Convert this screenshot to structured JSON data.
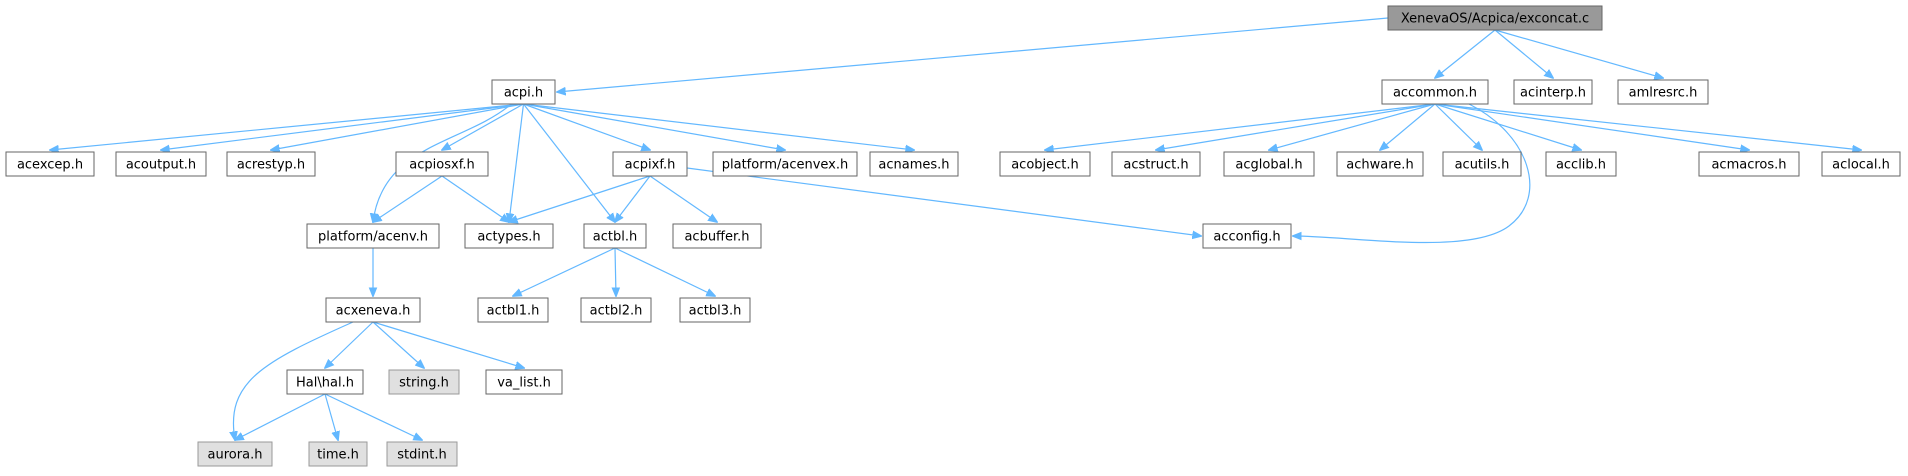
{
  "colors": {
    "edge": "#63b8ff",
    "root_fill": "#999999",
    "node_fill": "#ffffff",
    "sys_fill": "#e0e0e0",
    "border": "#666666"
  },
  "nodes": [
    {
      "id": "root",
      "label": "XenevaOS/Acpica/exconcat.c",
      "kind": "root"
    },
    {
      "id": "acpi",
      "label": "acpi.h",
      "kind": "normal"
    },
    {
      "id": "accommon",
      "label": "accommon.h",
      "kind": "normal"
    },
    {
      "id": "acinterp",
      "label": "acinterp.h",
      "kind": "normal"
    },
    {
      "id": "amlresrc",
      "label": "amlresrc.h",
      "kind": "normal"
    },
    {
      "id": "acexcep",
      "label": "acexcep.h",
      "kind": "normal"
    },
    {
      "id": "acoutput",
      "label": "acoutput.h",
      "kind": "normal"
    },
    {
      "id": "acrestyp",
      "label": "acrestyp.h",
      "kind": "normal"
    },
    {
      "id": "acpiosxf",
      "label": "acpiosxf.h",
      "kind": "normal"
    },
    {
      "id": "acpixf",
      "label": "acpixf.h",
      "kind": "normal"
    },
    {
      "id": "acenvex",
      "label": "platform/acenvex.h",
      "kind": "normal"
    },
    {
      "id": "acnames",
      "label": "acnames.h",
      "kind": "normal"
    },
    {
      "id": "acobject",
      "label": "acobject.h",
      "kind": "normal"
    },
    {
      "id": "acstruct",
      "label": "acstruct.h",
      "kind": "normal"
    },
    {
      "id": "acglobal",
      "label": "acglobal.h",
      "kind": "normal"
    },
    {
      "id": "achware",
      "label": "achware.h",
      "kind": "normal"
    },
    {
      "id": "acutils",
      "label": "acutils.h",
      "kind": "normal"
    },
    {
      "id": "acclib",
      "label": "acclib.h",
      "kind": "normal"
    },
    {
      "id": "acmacros",
      "label": "acmacros.h",
      "kind": "normal"
    },
    {
      "id": "aclocal",
      "label": "aclocal.h",
      "kind": "normal"
    },
    {
      "id": "acenv",
      "label": "platform/acenv.h",
      "kind": "normal"
    },
    {
      "id": "actypes",
      "label": "actypes.h",
      "kind": "normal"
    },
    {
      "id": "actbl",
      "label": "actbl.h",
      "kind": "normal"
    },
    {
      "id": "acbuffer",
      "label": "acbuffer.h",
      "kind": "normal"
    },
    {
      "id": "acconfig",
      "label": "acconfig.h",
      "kind": "normal"
    },
    {
      "id": "acxeneva",
      "label": "acxeneva.h",
      "kind": "normal"
    },
    {
      "id": "actbl1",
      "label": "actbl1.h",
      "kind": "normal"
    },
    {
      "id": "actbl2",
      "label": "actbl2.h",
      "kind": "normal"
    },
    {
      "id": "actbl3",
      "label": "actbl3.h",
      "kind": "normal"
    },
    {
      "id": "hal",
      "label": "Hal\\hal.h",
      "kind": "normal"
    },
    {
      "id": "string",
      "label": "string.h",
      "kind": "sys"
    },
    {
      "id": "valist",
      "label": "va_list.h",
      "kind": "normal"
    },
    {
      "id": "aurora",
      "label": "aurora.h",
      "kind": "sys"
    },
    {
      "id": "time",
      "label": "time.h",
      "kind": "sys"
    },
    {
      "id": "stdint",
      "label": "stdint.h",
      "kind": "sys"
    }
  ],
  "edges": [
    [
      "root",
      "acpi"
    ],
    [
      "root",
      "accommon"
    ],
    [
      "root",
      "acinterp"
    ],
    [
      "root",
      "amlresrc"
    ],
    [
      "acpi",
      "acexcep"
    ],
    [
      "acpi",
      "acoutput"
    ],
    [
      "acpi",
      "acrestyp"
    ],
    [
      "acpi",
      "acpiosxf"
    ],
    [
      "acpi",
      "acpixf"
    ],
    [
      "acpi",
      "acenvex"
    ],
    [
      "acpi",
      "acnames"
    ],
    [
      "acpi",
      "acenv"
    ],
    [
      "acpi",
      "actypes"
    ],
    [
      "acpi",
      "actbl"
    ],
    [
      "accommon",
      "acobject"
    ],
    [
      "accommon",
      "acstruct"
    ],
    [
      "accommon",
      "acglobal"
    ],
    [
      "accommon",
      "achware"
    ],
    [
      "accommon",
      "acutils"
    ],
    [
      "accommon",
      "acclib"
    ],
    [
      "accommon",
      "acmacros"
    ],
    [
      "accommon",
      "aclocal"
    ],
    [
      "accommon",
      "acconfig"
    ],
    [
      "acpiosxf",
      "acenv"
    ],
    [
      "acpiosxf",
      "actypes"
    ],
    [
      "acpixf",
      "actypes"
    ],
    [
      "acpixf",
      "actbl"
    ],
    [
      "acpixf",
      "acbuffer"
    ],
    [
      "acpixf",
      "acconfig"
    ],
    [
      "acenv",
      "acxeneva"
    ],
    [
      "actbl",
      "actbl1"
    ],
    [
      "actbl",
      "actbl2"
    ],
    [
      "actbl",
      "actbl3"
    ],
    [
      "acxeneva",
      "aurora"
    ],
    [
      "acxeneva",
      "hal"
    ],
    [
      "acxeneva",
      "string"
    ],
    [
      "acxeneva",
      "valist"
    ],
    [
      "hal",
      "aurora"
    ],
    [
      "hal",
      "time"
    ],
    [
      "hal",
      "stdint"
    ]
  ]
}
